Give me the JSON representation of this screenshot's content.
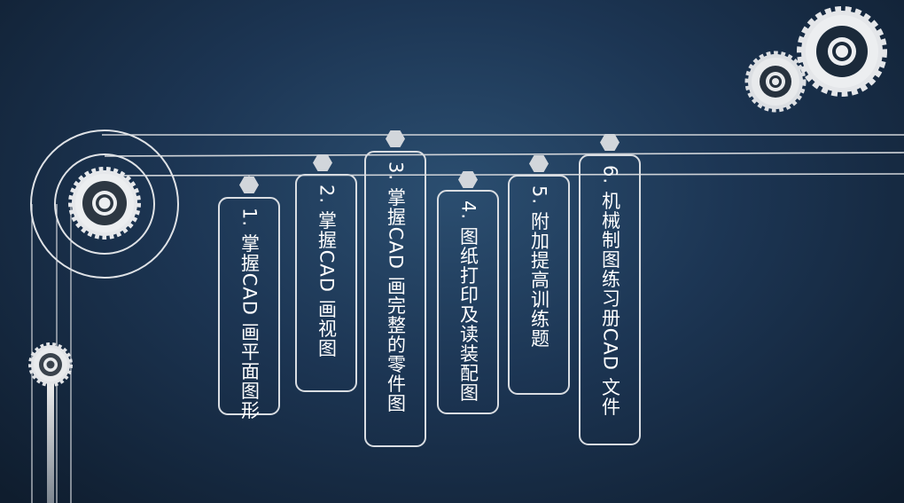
{
  "steps": [
    {
      "label": "1. 掌握CAD 画平面图形"
    },
    {
      "label": "2. 掌握CAD 画视图"
    },
    {
      "label": "3. 掌握CAD 画完整的零件图"
    },
    {
      "label": "4. 图纸打印及读装配图"
    },
    {
      "label": "5. 附加提高训练题"
    },
    {
      "label": "6. 机械制图练习册CAD 文件"
    }
  ],
  "colors": {
    "background": "#1c3553",
    "line": "#cfd3d8",
    "gear": "#e6e8eb",
    "text": "#ffffff"
  },
  "icons": [
    "gear-icon",
    "hexagon-icon"
  ]
}
